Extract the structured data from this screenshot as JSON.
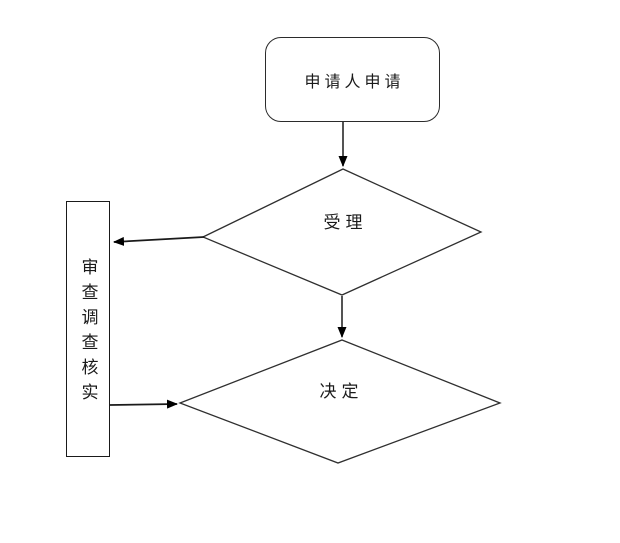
{
  "diagram": {
    "type": "flowchart",
    "background_color": "#ffffff",
    "line_color": "#2b2b2b",
    "fill_color": "#ffffff",
    "nodes": {
      "start": {
        "label": "申请人申请",
        "shape": "rounded-rectangle"
      },
      "accept": {
        "label": "受理",
        "shape": "diamond"
      },
      "review": {
        "label": "审查调查核实",
        "shape": "rectangle",
        "text_orientation": "vertical"
      },
      "decide": {
        "label": "决定",
        "shape": "diamond"
      }
    },
    "edges": [
      {
        "from": "start",
        "to": "accept",
        "direction": "down"
      },
      {
        "from": "accept",
        "to": "review",
        "direction": "left"
      },
      {
        "from": "accept",
        "to": "decide",
        "direction": "down"
      },
      {
        "from": "review",
        "to": "decide",
        "direction": "right"
      }
    ]
  }
}
